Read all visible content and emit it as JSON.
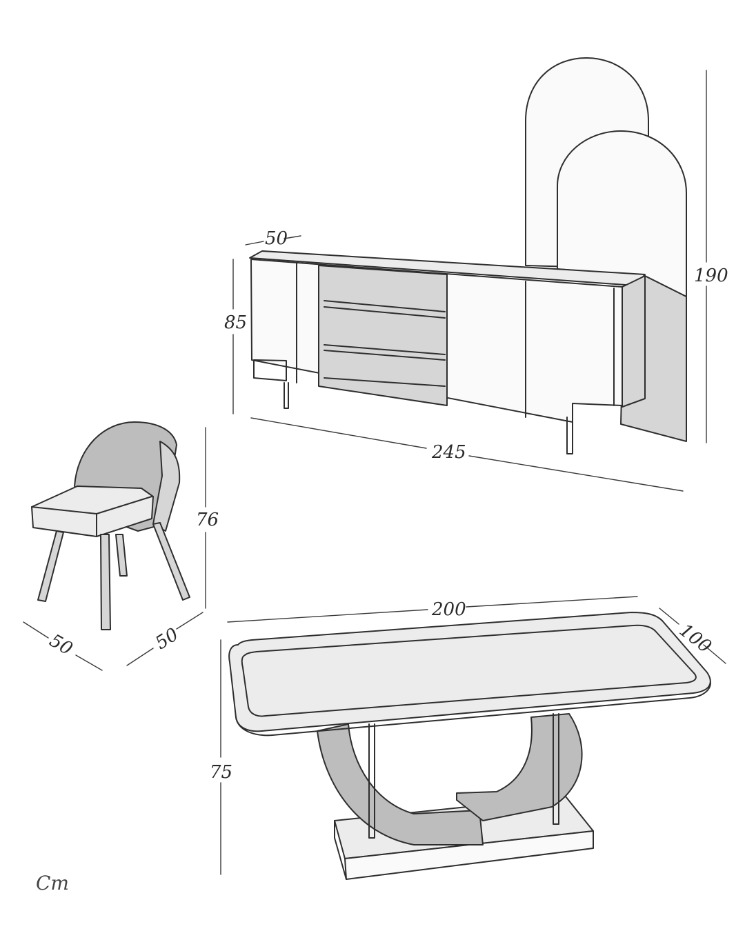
{
  "dimensions": {
    "sideboard_depth": "50",
    "sideboard_height": "85",
    "sideboard_width": "245",
    "mirror_height": "190",
    "chair_height": "76",
    "chair_width": "50",
    "chair_depth": "50",
    "table_length": "200",
    "table_width": "100",
    "table_height": "75"
  },
  "signature": "Cm",
  "colors": {
    "line": "#2e2e2e",
    "shade_light": "#ececec",
    "shade_mid": "#d6d6d6",
    "shade_dark": "#bdbdbd"
  }
}
